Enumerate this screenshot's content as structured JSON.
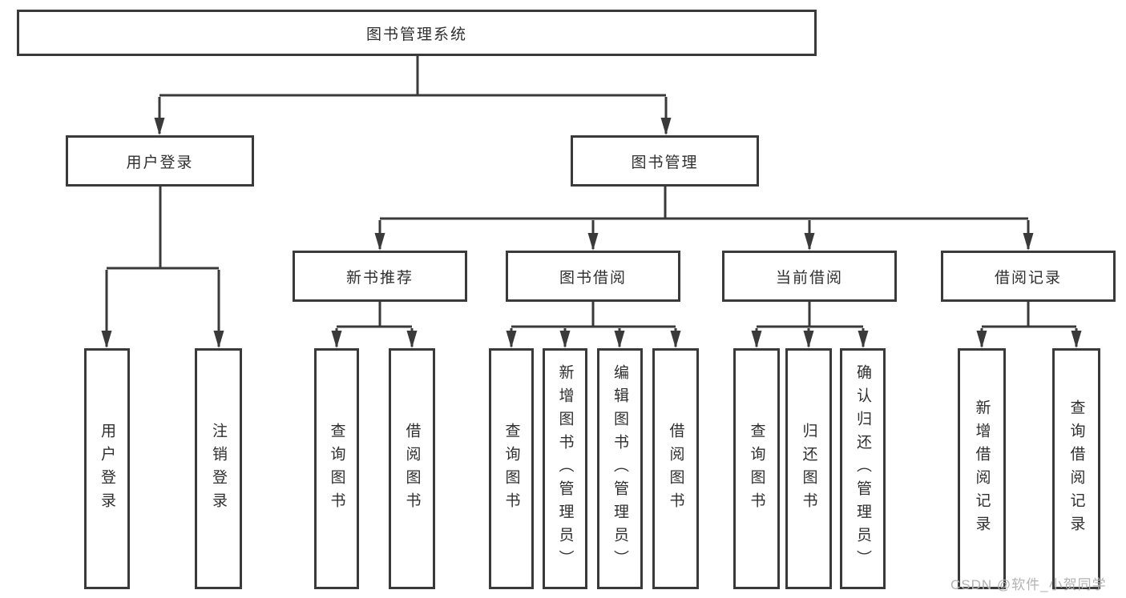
{
  "tree": {
    "label": "图书管理系统",
    "children": [
      {
        "label": "用户登录",
        "children": [
          {
            "label": "用户登录"
          },
          {
            "label": "注销登录"
          }
        ]
      },
      {
        "label": "图书管理",
        "children": [
          {
            "label": "新书推荐",
            "children": [
              {
                "label": "查询图书"
              },
              {
                "label": "借阅图书"
              }
            ]
          },
          {
            "label": "图书借阅",
            "children": [
              {
                "label": "查询图书"
              },
              {
                "label": "新增图书（管理员）"
              },
              {
                "label": "编辑图书（管理员）"
              },
              {
                "label": "借阅图书"
              }
            ]
          },
          {
            "label": "当前借阅",
            "children": [
              {
                "label": "查询图书"
              },
              {
                "label": "归还图书"
              },
              {
                "label": "确认归还（管理员）"
              }
            ]
          },
          {
            "label": "借阅记录",
            "children": [
              {
                "label": "新增借阅记录"
              },
              {
                "label": "查询借阅记录"
              }
            ]
          }
        ]
      }
    ]
  },
  "watermark": "CSDN @软件_小贺同学",
  "colors": {
    "line": "#3a3a3a",
    "box_border": "#3a3a3a",
    "text": "#2f2f2f",
    "watermark": "#b3b3b3",
    "background": "#ffffff"
  }
}
